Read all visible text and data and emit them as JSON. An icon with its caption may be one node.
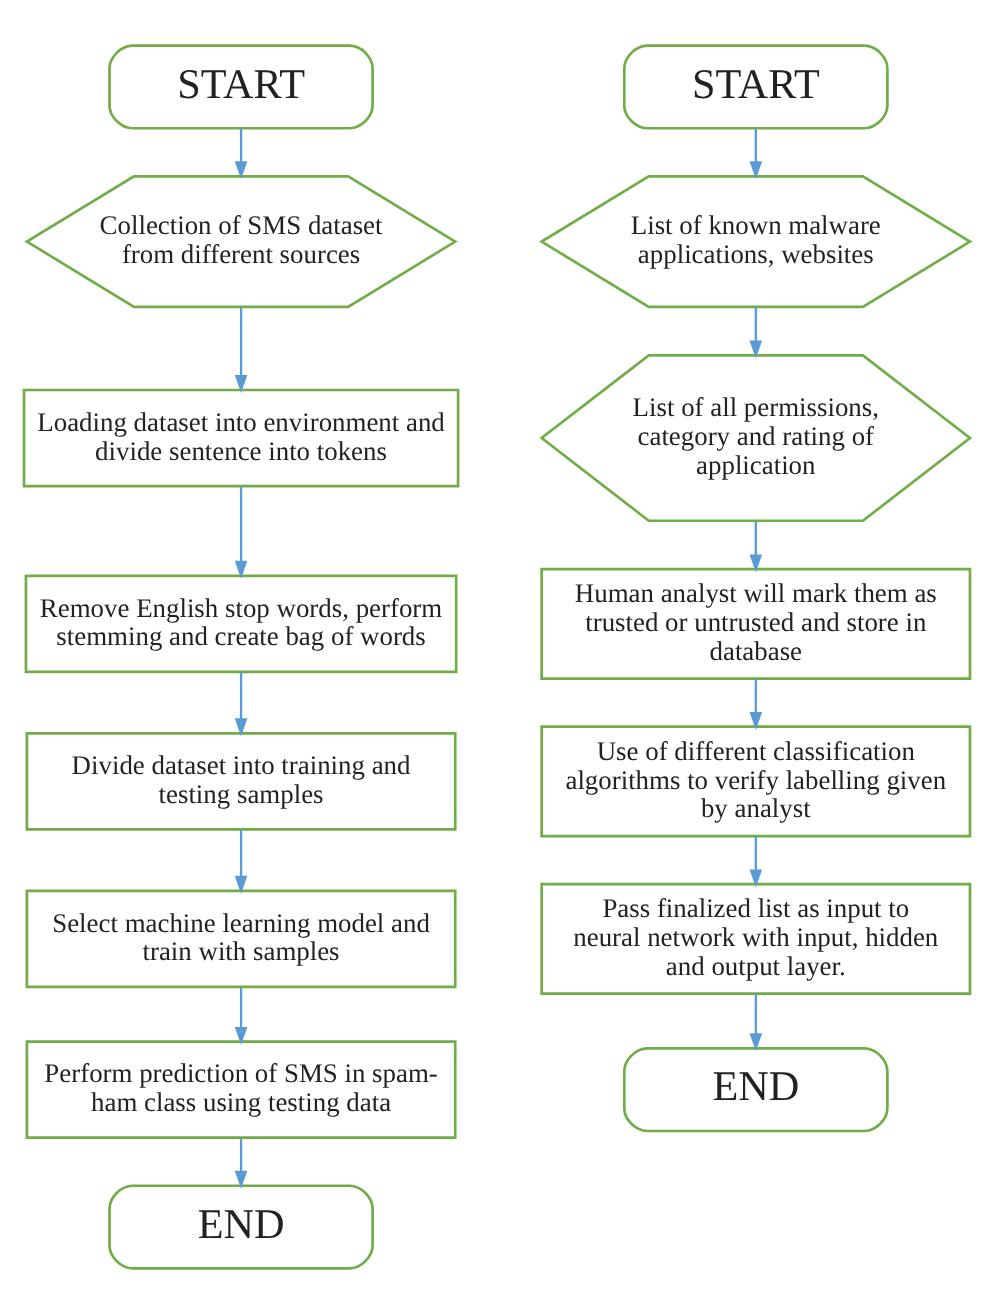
{
  "diagram": {
    "nodes": [
      {
        "text": [
          "START"
        ]
      },
      {
        "text": [
          "Collection of SMS dataset from different sources"
        ]
      },
      {
        "text": [
          "Loading dataset into environment and divide sentence into tokens"
        ]
      },
      {
        "text": [
          "Remove English stop words, perform stemming and create bag of words"
        ]
      },
      {
        "text": [
          "Divide dataset into training and testing samples"
        ]
      },
      {
        "text": [
          "Select machine learning model and train with samples"
        ]
      },
      {
        "text": [
          "Perform prediction of SMS in spam-ham class using testing data"
        ]
      },
      {
        "text": [
          "END"
        ]
      },
      {
        "text": [
          "START"
        ]
      },
      {
        "text": [
          "List of known malware applications, websites"
        ]
      },
      {
        "text": [
          "List of all permissions, category and rating of application"
        ]
      },
      {
        "text": [
          "Human analyst will mark them as trusted or untrusted and store in database"
        ]
      },
      {
        "text": [
          "Use of different classification algorithms to verify labelling given by analyst"
        ]
      },
      {
        "text": [
          "Pass finalized list as input to neural network with input, hidden and output layer."
        ]
      },
      {
        "text": [
          "END"
        ]
      }
    ],
    "edges": [
      {
        "from": 0,
        "to": 1,
        "arrow": "to"
      },
      {
        "from": 1,
        "to": 2,
        "arrow": "to"
      },
      {
        "from": 2,
        "to": 3,
        "arrow": "to"
      },
      {
        "from": 3,
        "to": 4,
        "arrow": "to"
      },
      {
        "from": 4,
        "to": 5,
        "arrow": "to"
      },
      {
        "from": 5,
        "to": 6,
        "arrow": "to"
      },
      {
        "from": 6,
        "to": 7,
        "arrow": "to"
      },
      {
        "from": 8,
        "to": 9,
        "arrow": "to"
      },
      {
        "from": 9,
        "to": 10,
        "arrow": "to"
      },
      {
        "from": 10,
        "to": 11,
        "arrow": "to"
      },
      {
        "from": 11,
        "to": 12,
        "arrow": "to"
      },
      {
        "from": 12,
        "to": 13,
        "arrow": "to"
      },
      {
        "from": 13,
        "to": 14,
        "arrow": "to"
      }
    ]
  }
}
